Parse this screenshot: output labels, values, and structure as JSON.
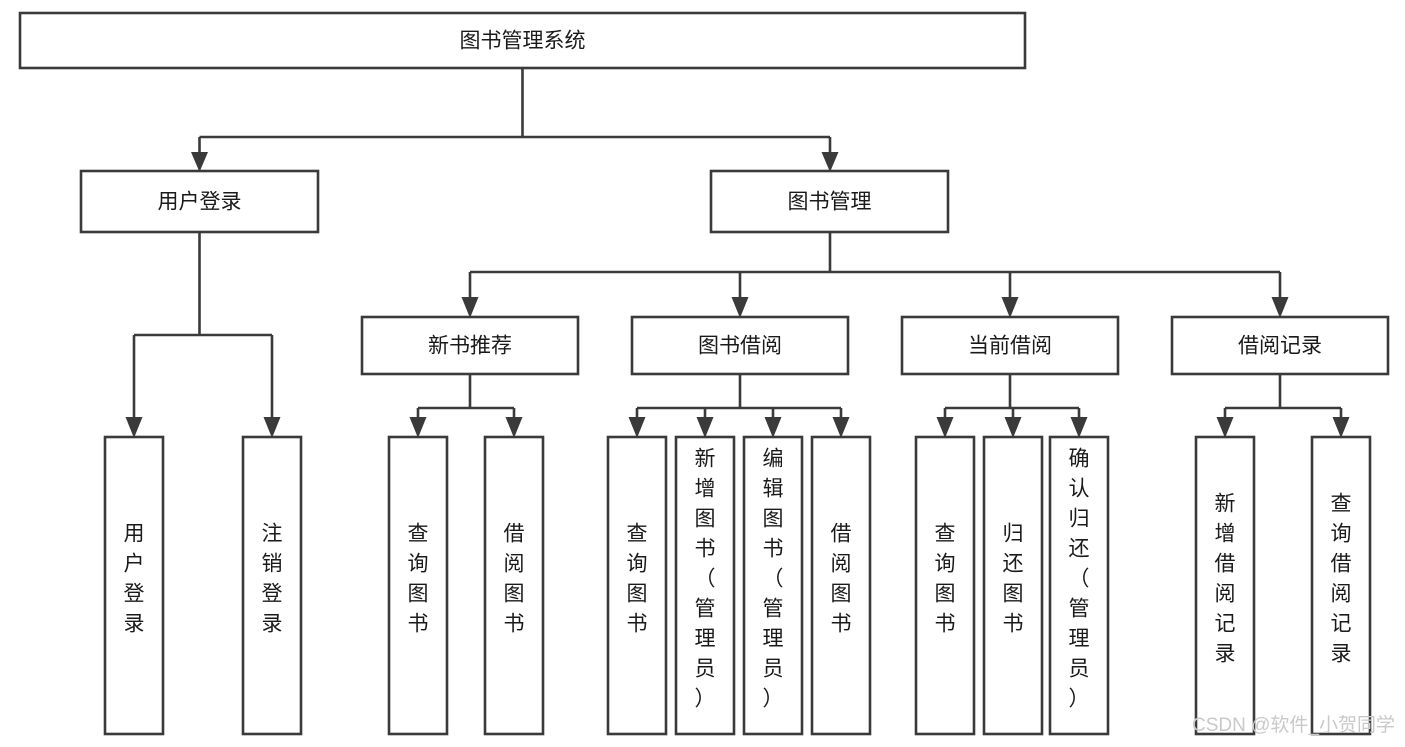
{
  "diagram": {
    "title": "图书管理系统",
    "type": "tree-hierarchy",
    "orientation": "top-down",
    "colors": {
      "box_stroke": "#3a3a3a",
      "box_fill": "#ffffff",
      "connector": "#3a3a3a",
      "text": "#1a1a1a",
      "background": "#ffffff",
      "watermark": "#c9c9c9"
    },
    "levels": {
      "root": "图书管理系统",
      "level2": [
        "用户登录",
        "图书管理"
      ],
      "level3": [
        "新书推荐",
        "图书借阅",
        "当前借阅",
        "借阅记录"
      ]
    },
    "nodes": {
      "root": {
        "label": "图书管理系统",
        "orientation": "horizontal"
      },
      "user_login": {
        "label": "用户登录",
        "orientation": "horizontal"
      },
      "book_manage": {
        "label": "图书管理",
        "orientation": "horizontal"
      },
      "new_book_rec": {
        "label": "新书推荐",
        "orientation": "horizontal"
      },
      "book_borrow": {
        "label": "图书借阅",
        "orientation": "horizontal"
      },
      "current_borrow": {
        "label": "当前借阅",
        "orientation": "horizontal"
      },
      "borrow_record": {
        "label": "借阅记录",
        "orientation": "horizontal"
      },
      "leaf_user_login": {
        "label": "用户登录",
        "orientation": "vertical"
      },
      "leaf_logout": {
        "label": "注销登录",
        "orientation": "vertical"
      },
      "leaf_query_book_1": {
        "label": "查询图书",
        "orientation": "vertical"
      },
      "leaf_borrow_book_1": {
        "label": "借阅图书",
        "orientation": "vertical"
      },
      "leaf_query_book_2": {
        "label": "查询图书",
        "orientation": "vertical"
      },
      "leaf_add_book": {
        "label": "新增图书（管理员）",
        "orientation": "vertical"
      },
      "leaf_edit_book": {
        "label": "编辑图书（管理员）",
        "orientation": "vertical"
      },
      "leaf_borrow_book_2": {
        "label": "借阅图书",
        "orientation": "vertical"
      },
      "leaf_query_book_3": {
        "label": "查询图书",
        "orientation": "vertical"
      },
      "leaf_return_book": {
        "label": "归还图书",
        "orientation": "vertical"
      },
      "leaf_confirm_return": {
        "label": "确认归还（管理员）",
        "orientation": "vertical"
      },
      "leaf_add_record": {
        "label": "新增借阅记录",
        "orientation": "vertical"
      },
      "leaf_query_record": {
        "label": "查询借阅记录",
        "orientation": "vertical"
      }
    },
    "edges": [
      {
        "from": "root",
        "to": "user_login"
      },
      {
        "from": "root",
        "to": "book_manage"
      },
      {
        "from": "user_login",
        "to": "leaf_user_login"
      },
      {
        "from": "user_login",
        "to": "leaf_logout"
      },
      {
        "from": "book_manage",
        "to": "new_book_rec"
      },
      {
        "from": "book_manage",
        "to": "book_borrow"
      },
      {
        "from": "book_manage",
        "to": "current_borrow"
      },
      {
        "from": "book_manage",
        "to": "borrow_record"
      },
      {
        "from": "new_book_rec",
        "to": "leaf_query_book_1"
      },
      {
        "from": "new_book_rec",
        "to": "leaf_borrow_book_1"
      },
      {
        "from": "book_borrow",
        "to": "leaf_query_book_2"
      },
      {
        "from": "book_borrow",
        "to": "leaf_add_book"
      },
      {
        "from": "book_borrow",
        "to": "leaf_edit_book"
      },
      {
        "from": "book_borrow",
        "to": "leaf_borrow_book_2"
      },
      {
        "from": "current_borrow",
        "to": "leaf_query_book_3"
      },
      {
        "from": "current_borrow",
        "to": "leaf_return_book"
      },
      {
        "from": "current_borrow",
        "to": "leaf_confirm_return"
      },
      {
        "from": "borrow_record",
        "to": "leaf_add_record"
      },
      {
        "from": "borrow_record",
        "to": "leaf_query_record"
      }
    ]
  },
  "watermark": {
    "text": "CSDN @软件_小贺同学"
  }
}
